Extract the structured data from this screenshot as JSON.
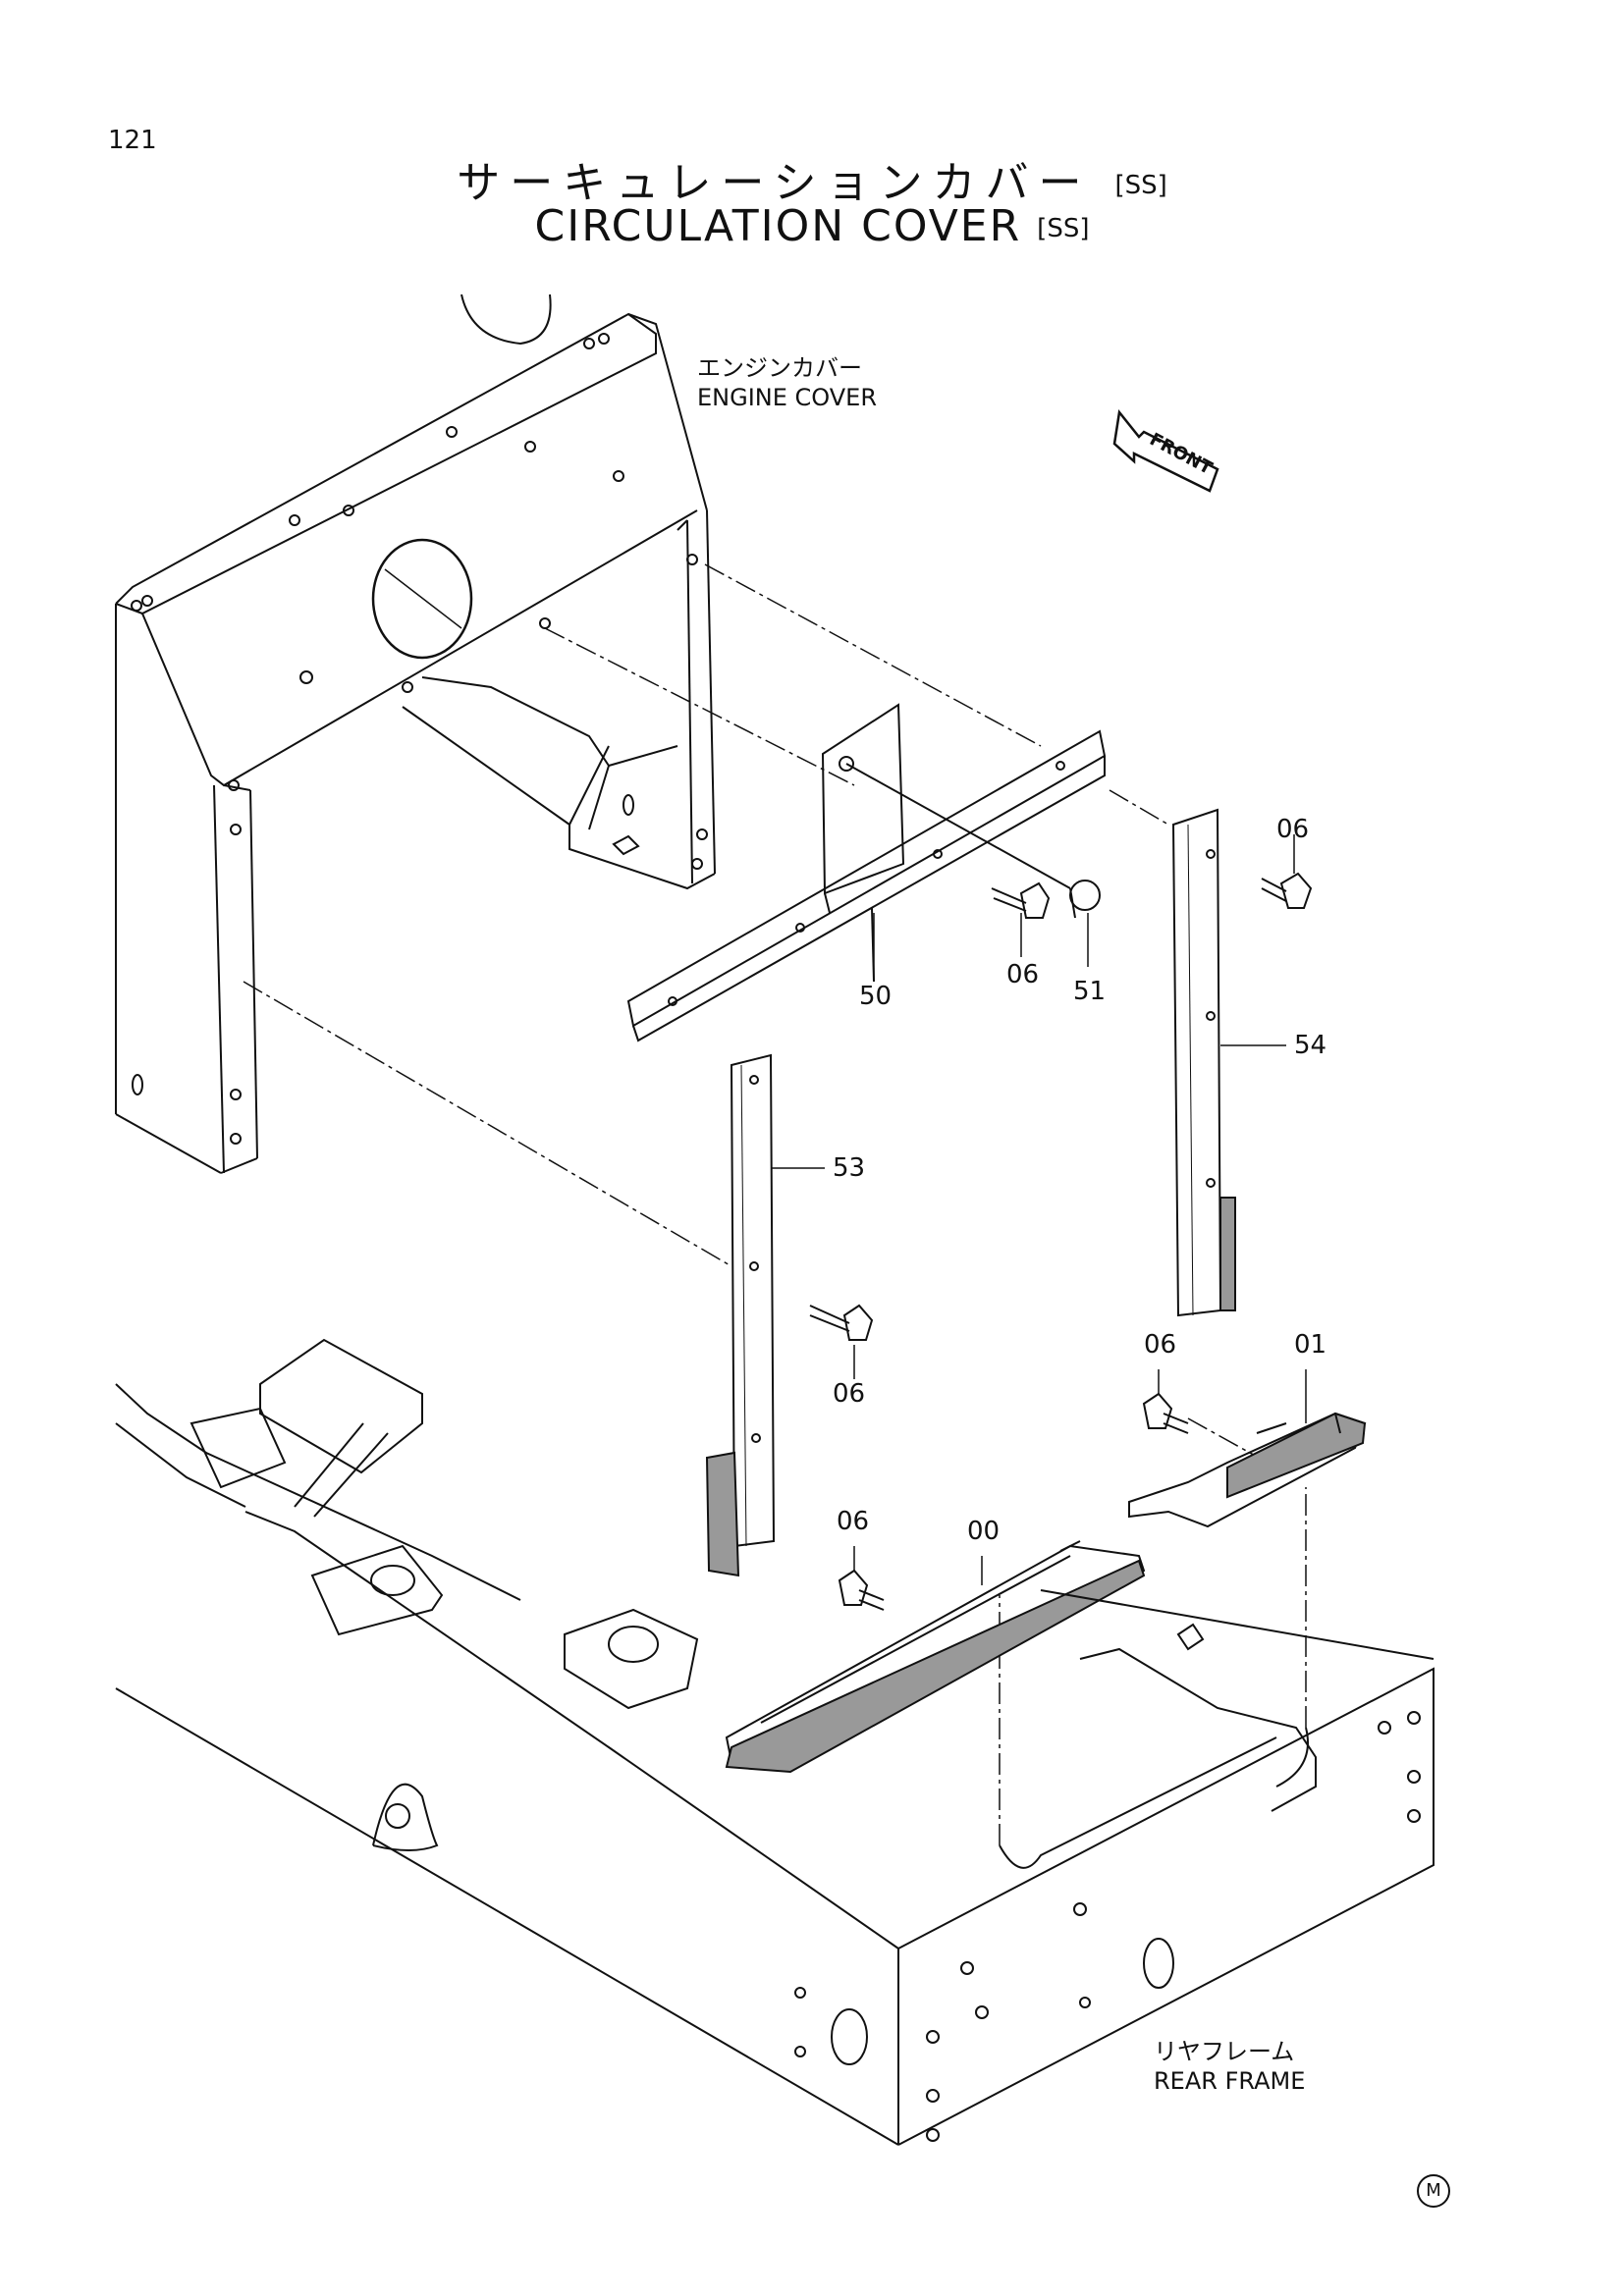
{
  "page_number": "121",
  "title_jp": "サーキュレーションカバー",
  "title_en": "CIRCULATION  COVER",
  "title_tag": "[SS]",
  "labels": {
    "engine_cover_jp": "エンジンカバー",
    "engine_cover_en": "ENGINE  COVER",
    "rear_frame_jp": "リヤフレーム",
    "rear_frame_en": "REAR  FRAME",
    "front_arrow": "FRONT"
  },
  "callouts": [
    "06",
    "50",
    "06",
    "51",
    "54",
    "53",
    "06",
    "06",
    "01",
    "06",
    "00"
  ],
  "corner_mark": "M"
}
